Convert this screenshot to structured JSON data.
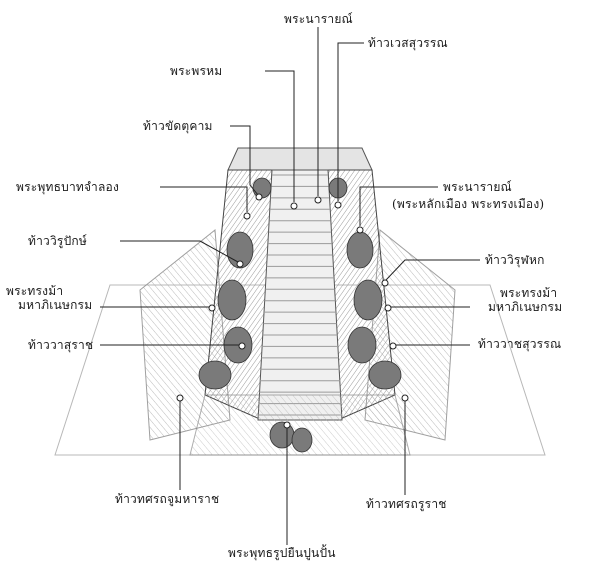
{
  "diagram": {
    "labels": {
      "phra_narai_top": "พระนารายณ์",
      "thao_wessuwan": "ท้าวเวสสุวรรณ",
      "phra_phrom": "พระพรหม",
      "thao_khatkhukham": "ท้าวขัดตุคาม",
      "phra_phuttha_bat_champa": "พระพุทธบาทจำลอง",
      "phra_narai_right": "พระนารายณ์",
      "phra_narai_right_sub": "(พระหลักเมือง พระทรงเมือง)",
      "thao_wirupak": "ท้าววิรูปักษ์",
      "thao_wirulhok": "ท้าววิรุฬหก",
      "phra_song_ma_left_1": "พระทรงม้า",
      "phra_song_ma_left_2": "มหาภิเนษกรม",
      "phra_song_ma_right_1": "พระทรงม้า",
      "phra_song_ma_right_2": "มหาภิเนษกรม",
      "thao_watsurat": "ท้าววาสุราช",
      "thao_watsuwan": "ท้าววาชสุวรรณ",
      "thao_thotsarathat": "ท้าวทศรถจูมหาราช",
      "thao_thotsaruk": "ท้าวทศรถรูราช",
      "phra_phuttha_rup": "พระพุทธรูปยืนปูนปั้น"
    },
    "colors": {
      "ink": "#1a1a1a",
      "shade": "#8c8c8c",
      "light": "#d6d6d6"
    }
  }
}
